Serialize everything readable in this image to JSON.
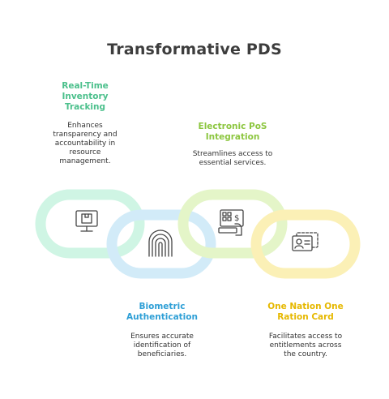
{
  "title": "Transformative PDS",
  "steps": [
    {
      "label": "Real-Time\nInventory\nTracking",
      "description": "Enhances\ntransparency and\naccountability in\nresource\nmanagement.",
      "icon": "monitor-box-icon",
      "color": "#4cc08c",
      "ring_color": "#cff5e4"
    },
    {
      "label": "Biometric\nAuthentication",
      "description": "Ensures accurate\nidentification of\nbeneficiaries.",
      "icon": "fingerprint-icon",
      "color": "#2e9fd6",
      "ring_color": "#d2ebf8"
    },
    {
      "label": "Electronic PoS\nIntegration",
      "description": "Streamlines access to\nessential services.",
      "icon": "pos-terminal-icon",
      "color": "#8cc63f",
      "ring_color": "#e4f5c8"
    },
    {
      "label": "One Nation One\nRation Card",
      "description": "Facilitates access to\nentitlements across\nthe country.",
      "icon": "id-card-icon",
      "color": "#e6b800",
      "ring_color": "#fbf0b6"
    }
  ]
}
